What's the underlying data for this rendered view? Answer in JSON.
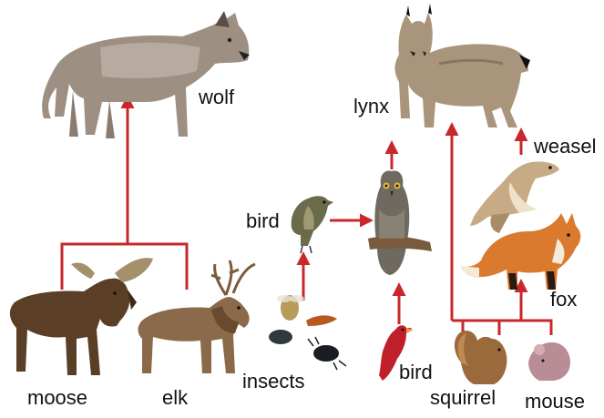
{
  "labels": {
    "wolf": "wolf",
    "lynx": "lynx",
    "weasel": "weasel",
    "bird_left": "bird",
    "fox": "fox",
    "moose": "moose",
    "elk": "elk",
    "insects": "insects",
    "bird_bottom": "bird",
    "squirrel": "squirrel",
    "mouse": "mouse"
  },
  "colors": {
    "arrow": "#c8282c",
    "label": "#111111",
    "background": "#ffffff"
  },
  "icons": [
    "wolf-illustration",
    "lynx-illustration",
    "owl-illustration",
    "weasel-illustration",
    "fox-illustration",
    "moose-illustration",
    "elk-illustration",
    "thrush-bird-illustration",
    "insects-illustration",
    "cardinal-bird-illustration",
    "squirrel-illustration",
    "mouse-illustration"
  ]
}
